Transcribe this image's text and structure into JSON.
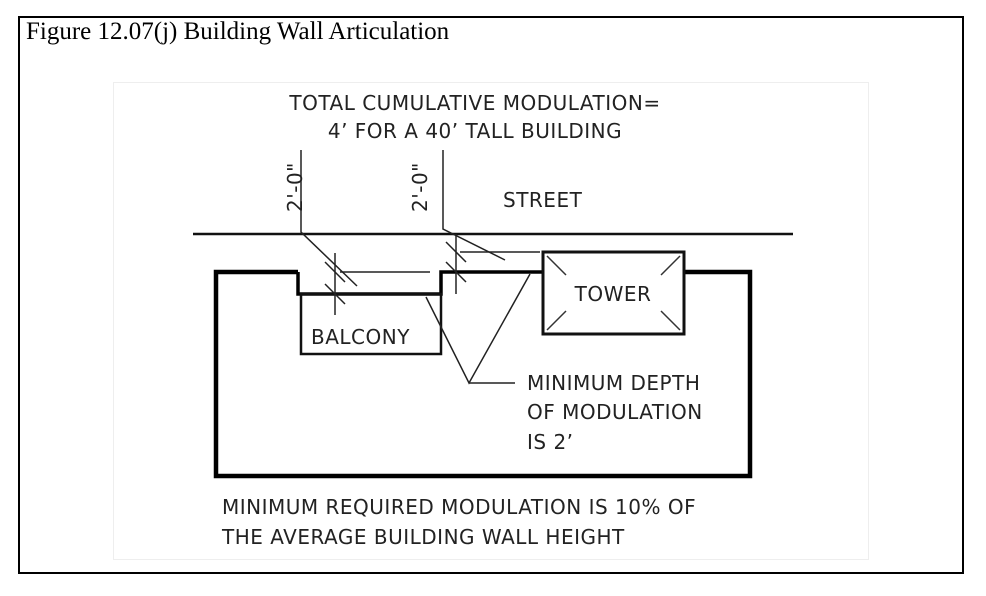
{
  "figure_title": "Figure 12.07(j) Building Wall Articulation",
  "diagram": {
    "heading_line1": "TOTAL CUMULATIVE MODULATION=",
    "heading_line2": "4’ FOR A 40’ TALL BUILDING",
    "dim_left": "2'-0\"",
    "dim_right": "2'-0\"",
    "street": "STREET",
    "tower": "TOWER",
    "balcony": "BALCONY",
    "min_depth_line1": "MINIMUM DEPTH",
    "min_depth_line2": "OF MODULATION",
    "min_depth_line3": "IS 2’",
    "footer_line1": "MINIMUM REQUIRED MODULATION IS 10% OF",
    "footer_line2": "THE AVERAGE BUILDING WALL HEIGHT"
  }
}
